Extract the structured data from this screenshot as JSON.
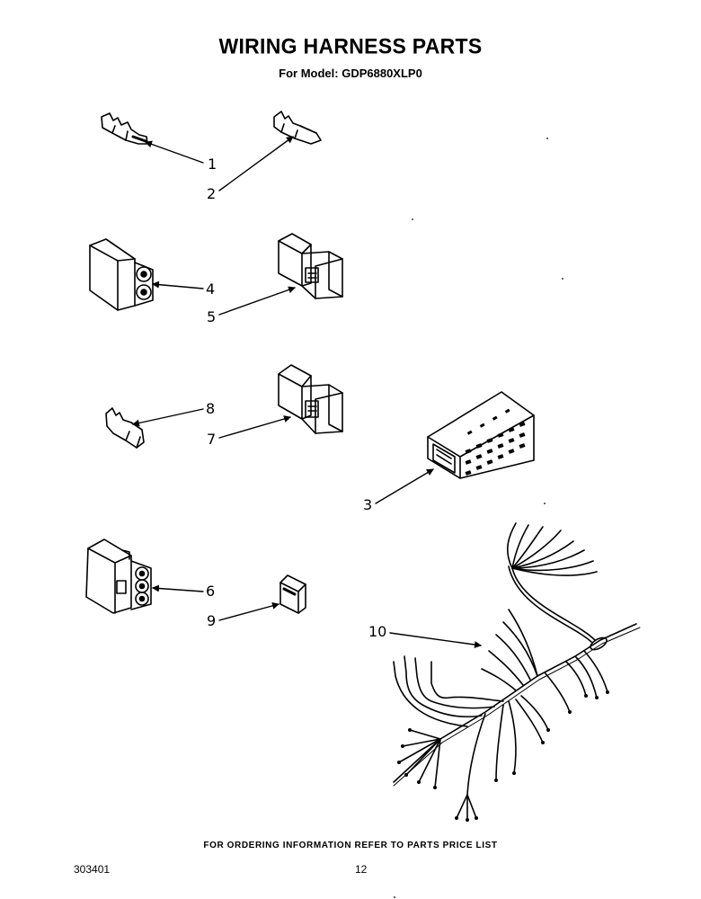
{
  "header": {
    "title": "WIRING HARNESS PARTS",
    "subtitle": "For Model: GDP6880XLP0"
  },
  "callouts": {
    "c1": "1",
    "c2": "2",
    "c3": "3",
    "c4": "4",
    "c5": "5",
    "c6": "6",
    "c7": "7",
    "c8": "8",
    "c9": "9",
    "c10": "10"
  },
  "parts": [
    {
      "ref": "1",
      "icon": "terminal-pin-icon"
    },
    {
      "ref": "2",
      "icon": "terminal-blade-icon"
    },
    {
      "ref": "3",
      "icon": "multi-pin-connector-block-icon"
    },
    {
      "ref": "4",
      "icon": "two-pin-connector-housing-icon"
    },
    {
      "ref": "5",
      "icon": "two-pin-receptacle-housing-icon"
    },
    {
      "ref": "6",
      "icon": "three-pin-connector-housing-icon"
    },
    {
      "ref": "7",
      "icon": "three-pin-receptacle-housing-icon"
    },
    {
      "ref": "8",
      "icon": "terminal-spring-icon"
    },
    {
      "ref": "9",
      "icon": "small-connector-icon"
    },
    {
      "ref": "10",
      "icon": "wiring-harness-icon"
    }
  ],
  "footer": {
    "note": "FOR ORDERING INFORMATION REFER TO PARTS PRICE LIST",
    "doc_number": "303401",
    "page_number": "12"
  }
}
